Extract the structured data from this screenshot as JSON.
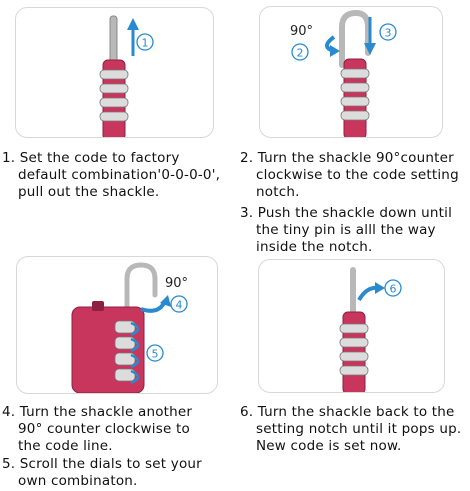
{
  "steps": [
    {
      "badge": "1",
      "lines": [
        "1. Set the code to factory",
        "default combination'0-0-0-0',",
        "pull out the shackle."
      ]
    },
    {
      "badge": "2",
      "angle": "90°",
      "lines": [
        "2. Turn the shackle 90°counter",
        "clockwise to the code setting",
        "notch."
      ]
    },
    {
      "badge": "3",
      "lines": [
        "3. Push the shackle down until",
        "the tiny pin is alll the way",
        "inside the notch."
      ]
    },
    {
      "badge": "4",
      "angle": "90°",
      "lines": [
        "4. Turn the shackle another",
        "90° counter clockwise to",
        "the code line."
      ]
    },
    {
      "badge": "5",
      "lines": [
        "5. Scroll the dials to set your",
        "own combinaton."
      ]
    },
    {
      "badge": "6",
      "lines": [
        "6. Turn the shackle back to the",
        "setting notch until it pops up.",
        "New code is set now."
      ]
    }
  ],
  "colors": {
    "lock": "#c8365e",
    "lock_dark": "#8f1f3f",
    "arrow": "#2a8ad0",
    "dial": "#d9d9d9"
  }
}
